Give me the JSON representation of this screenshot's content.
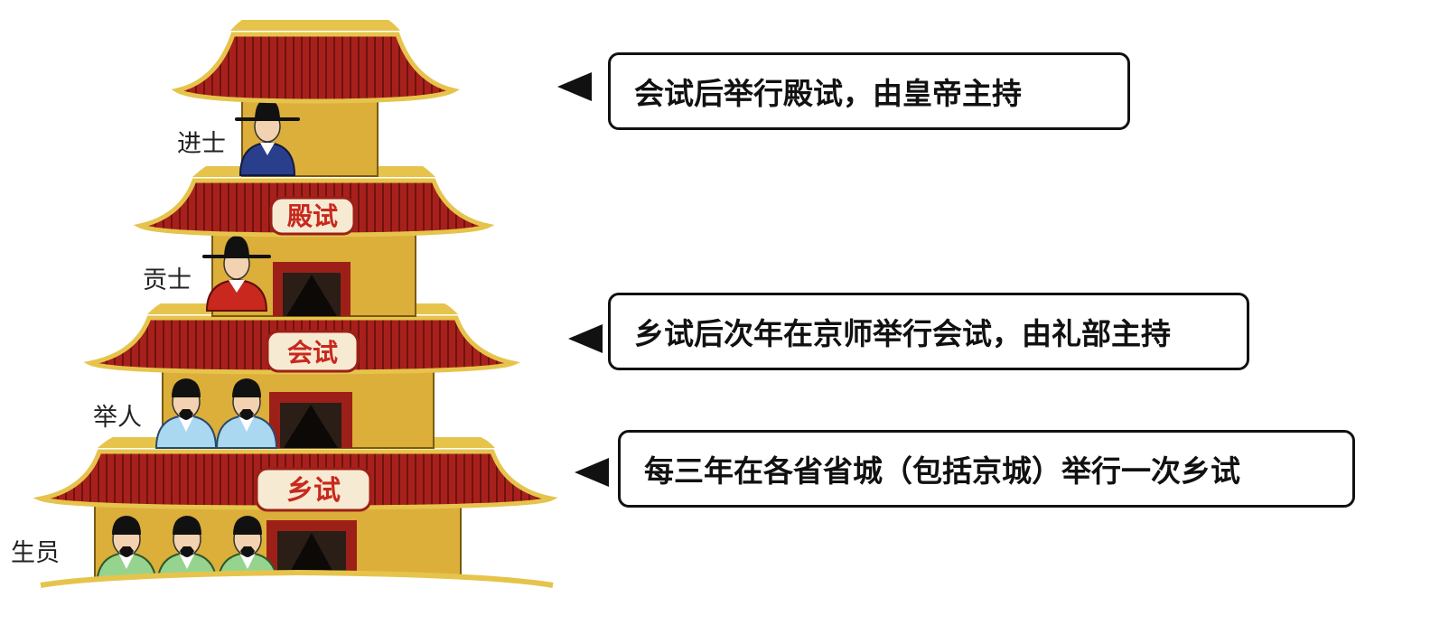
{
  "ranks": {
    "jinshi": "进士",
    "gongshi": "贡士",
    "juren": "举人",
    "shengyuan": "生员"
  },
  "exams": {
    "dianshi": "殿试",
    "huishi": "会试",
    "xiangshi": "乡试"
  },
  "descriptions": {
    "dianshi": "会试后举行殿试，由皇帝主持",
    "huishi": "乡试后次年在京师举行会试，由礼部主持",
    "xiangshi": "每三年在各省省城（包括京城）举行一次乡试"
  },
  "colors": {
    "roof": "#a8201c",
    "roof_trim": "#e6c44c",
    "wall": "#dcae3a",
    "door_frame": "#9c2018",
    "plaque_bg": "#f7ead2",
    "plaque_text": "#c8281e"
  }
}
